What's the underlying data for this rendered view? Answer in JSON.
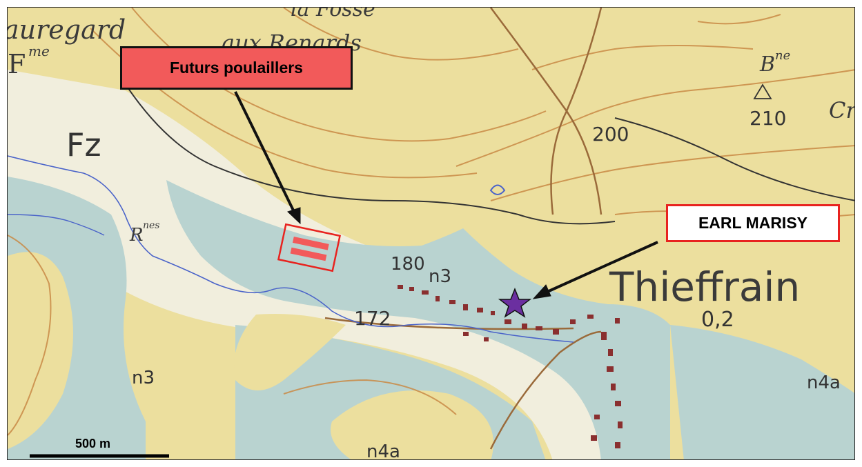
{
  "map": {
    "callouts": {
      "poulaillers": "Futurs poulaillers",
      "earl": "EARL MARISY"
    },
    "scale_bar": {
      "label": "500 m",
      "distance_m": 500
    },
    "place_labels": {
      "beauregard": "auregard",
      "ferme": "F",
      "ferme_sup": "me",
      "renards_1": "la Fosse",
      "renards_2": "aux Renards",
      "bne": "B",
      "bne_sup": "ne",
      "rnes": "R",
      "rnes_sup": "nes",
      "thieffrain": "Thieffrain",
      "cr": "Cr"
    },
    "elevations": {
      "e200": "200",
      "e210": "210",
      "e180": "180",
      "e172": "172",
      "e02": "0,2"
    },
    "geology_labels": {
      "fz": "Fz",
      "n3a": "n3",
      "n3b": "n3",
      "n4a_1": "n4a",
      "n4a_2": "n4a"
    },
    "colors": {
      "plateau": "#ecdf9e",
      "alluvium": "#f1eedd",
      "valley_blue": "#b9d3d0",
      "contour": "#c98a45",
      "river": "#4a63c9",
      "buildings": "#8a2f2f",
      "callout_fill": "#f25a5a",
      "callout_border": "#e8231f",
      "marker": "#6b2fa0"
    },
    "marker": "star-icon"
  }
}
